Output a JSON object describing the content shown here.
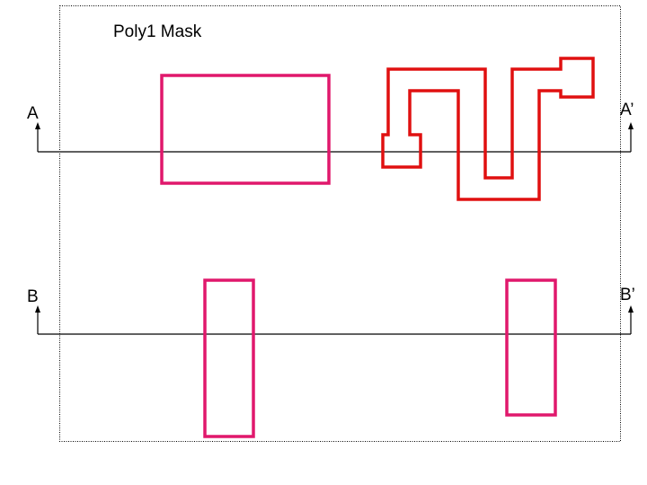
{
  "diagram": {
    "title": "Poly1 Mask",
    "cut_lines": [
      {
        "start_label": "A",
        "end_label": "A’"
      },
      {
        "start_label": "B",
        "end_label": "B’"
      }
    ],
    "colors": {
      "poly_rect": "#e0186c",
      "poly_path": "#e01010",
      "line": "#000000",
      "frame": "#000000"
    }
  }
}
